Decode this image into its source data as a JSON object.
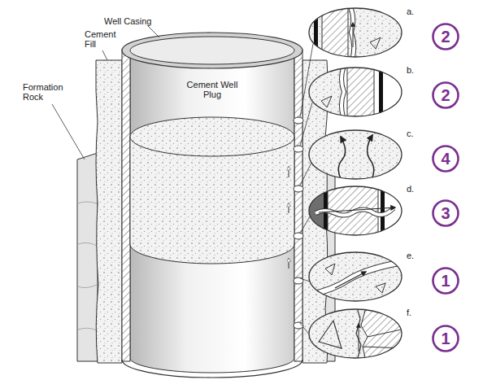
{
  "diagram": {
    "nodes": [
      {
        "text": [
          "2"
        ]
      },
      {
        "text": [
          "2"
        ]
      },
      {
        "text": [
          "4"
        ]
      },
      {
        "text": [
          "3"
        ]
      },
      {
        "text": [
          "1"
        ]
      },
      {
        "text": [
          "1"
        ]
      }
    ],
    "labels": [
      "Well Casing",
      "Cement Fill",
      "Formation Rock",
      "Cement Well Plug",
      "a.",
      "b.",
      "c.",
      "d.",
      "e.",
      "f."
    ]
  }
}
